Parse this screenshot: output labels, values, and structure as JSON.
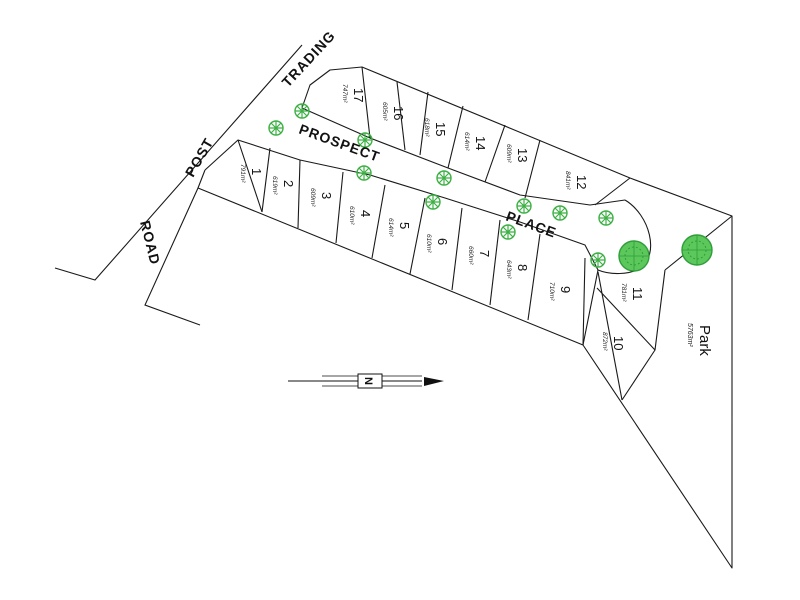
{
  "roads": {
    "trading_post_road": [
      "TRADING",
      "POST",
      "ROAD"
    ],
    "prospect_place": [
      "PROSPECT",
      "PLACE"
    ]
  },
  "park": {
    "name": "Park",
    "area": "5763m²"
  },
  "north_arrow": {
    "label": "N"
  },
  "lots": [
    {
      "number": "1",
      "area": "791m²"
    },
    {
      "number": "2",
      "area": "619m²"
    },
    {
      "number": "3",
      "area": "609m²"
    },
    {
      "number": "4",
      "area": "610m²"
    },
    {
      "number": "5",
      "area": "614m²"
    },
    {
      "number": "6",
      "area": "610m²"
    },
    {
      "number": "7",
      "area": "660m²"
    },
    {
      "number": "8",
      "area": "643m²"
    },
    {
      "number": "9",
      "area": "710m²"
    },
    {
      "number": "10",
      "area": "872m²"
    },
    {
      "number": "11",
      "area": "781m²"
    },
    {
      "number": "12",
      "area": "841m²"
    },
    {
      "number": "13",
      "area": "609m²"
    },
    {
      "number": "14",
      "area": "614m²"
    },
    {
      "number": "15",
      "area": "618m²"
    },
    {
      "number": "16",
      "area": "605m²"
    },
    {
      "number": "17",
      "area": "747m²"
    }
  ],
  "colors": {
    "lines": "#1a1a1a",
    "trees": "#3cb043",
    "paper": "#ffffff"
  }
}
